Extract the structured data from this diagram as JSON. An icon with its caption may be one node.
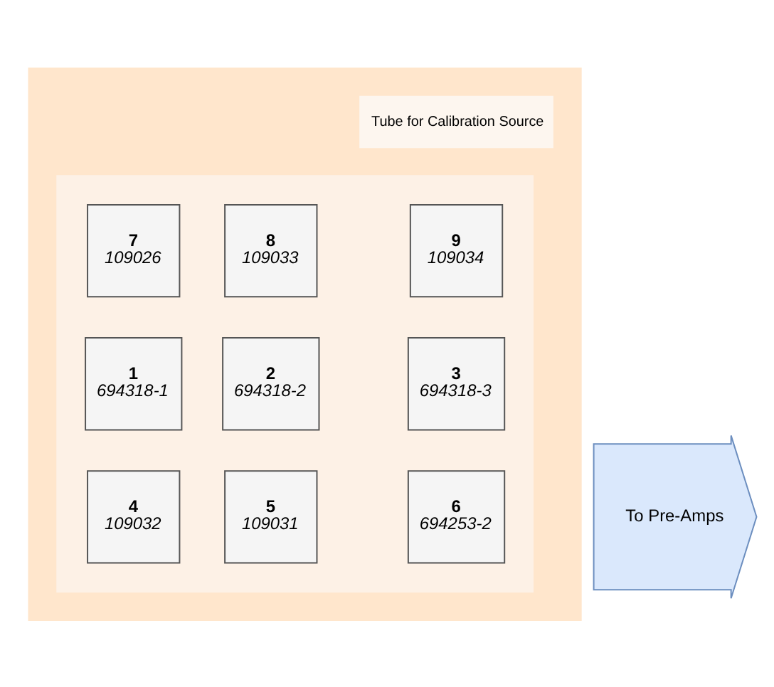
{
  "diagram": {
    "nodes": [
      {
        "text": [],
        "shape": "box"
      },
      {
        "text": [],
        "shape": "box",
        "in": 0
      },
      {
        "text": [
          "1",
          "694318-1"
        ],
        "in": 1
      },
      {
        "text": [
          "2",
          "694318-2"
        ],
        "in": 1
      },
      {
        "text": [
          "3",
          "694318-3"
        ],
        "in": 1
      },
      {
        "text": [
          "4",
          "109032"
        ],
        "in": 1
      },
      {
        "text": [
          "5",
          "109031"
        ],
        "in": 1
      },
      {
        "text": [
          "6",
          "694253-2"
        ],
        "in": 1
      },
      {
        "text": [
          "7",
          "109026"
        ],
        "in": 1
      },
      {
        "text": [
          "8",
          "109033"
        ],
        "in": 1
      },
      {
        "text": [
          "9",
          "109034"
        ],
        "in": 1
      },
      {
        "text": [
          "Tube for Calibration Source"
        ],
        "in": 0
      },
      {
        "text": [
          "To Pre-Amps"
        ]
      }
    ],
    "edges": []
  }
}
